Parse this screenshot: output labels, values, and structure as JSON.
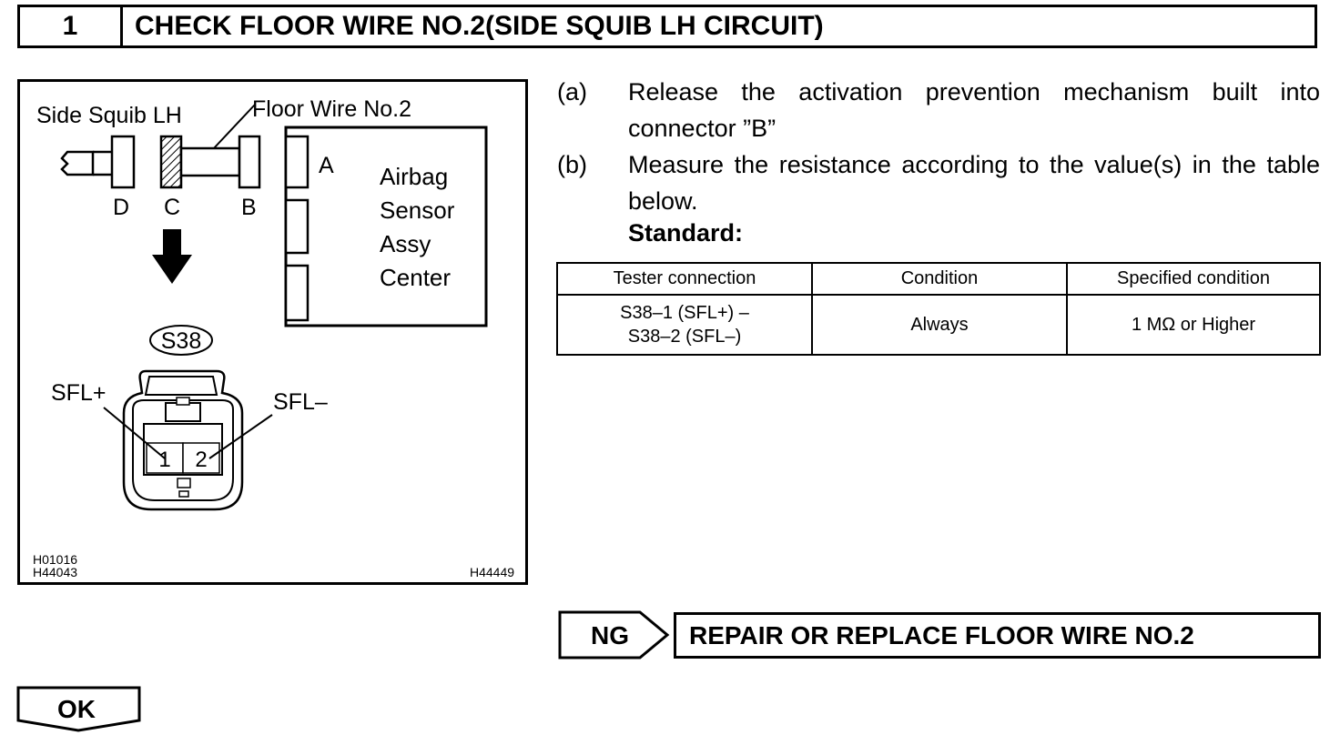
{
  "header": {
    "step_number": "1",
    "title": "CHECK FLOOR WIRE NO.2(SIDE SQUIB LH CIRCUIT)"
  },
  "figure": {
    "labels": {
      "side_squib": "Side Squib LH",
      "floor_wire": "Floor Wire No.2",
      "conn_d": "D",
      "conn_c": "C",
      "conn_b": "B",
      "conn_a": "A",
      "airbag_1": "Airbag",
      "airbag_2": "Sensor",
      "airbag_3": "Assy",
      "airbag_4": "Center",
      "connector_id": "S38",
      "sfl_plus": "SFL+",
      "sfl_minus": "SFL–",
      "pin_1": "1",
      "pin_2": "2",
      "code_1": "H01016",
      "code_2": "H44043",
      "code_3": "H44449"
    }
  },
  "steps": [
    {
      "marker": "(a)",
      "text": "Release the activation prevention mechanism built into connector ”B”"
    },
    {
      "marker": "(b)",
      "text": "Measure the resistance according to the value(s) in the table below."
    }
  ],
  "standard_label": "Standard:",
  "table": {
    "headers": [
      "Tester connection",
      "Condition",
      "Specified condition"
    ],
    "row": {
      "tester_line1": "S38–1 (SFL+) –",
      "tester_line2": "S38–2 (SFL–)",
      "condition": "Always",
      "specified": "1 MΩ or Higher"
    }
  },
  "ng": {
    "label": "NG",
    "action": "REPAIR OR REPLACE FLOOR WIRE NO.2"
  },
  "ok": {
    "label": "OK"
  }
}
